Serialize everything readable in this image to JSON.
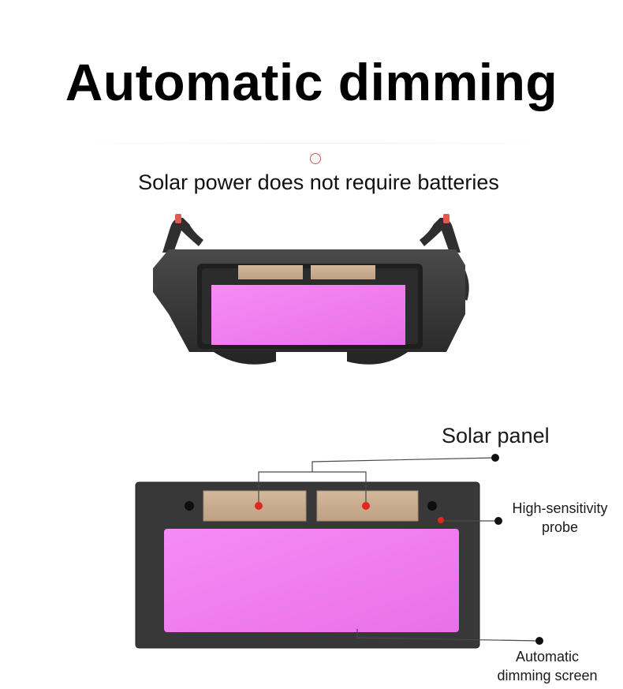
{
  "headline": "Automatic dimming",
  "subtitle": "Solar power does not require batteries",
  "icons": {
    "ring": "circle-outline-icon"
  },
  "colors": {
    "lens": "#f07af0",
    "frame": "#3c3c3c",
    "solar_cell": "#c9aa8e",
    "marker_red": "#e0281e",
    "callout_dot": "#111111"
  },
  "callouts": {
    "solar_panel": "Solar panel",
    "probe": {
      "line1": "High-sensitivity",
      "line2": "probe"
    },
    "screen": {
      "line1": "Automatic",
      "line2": "dimming screen"
    }
  }
}
